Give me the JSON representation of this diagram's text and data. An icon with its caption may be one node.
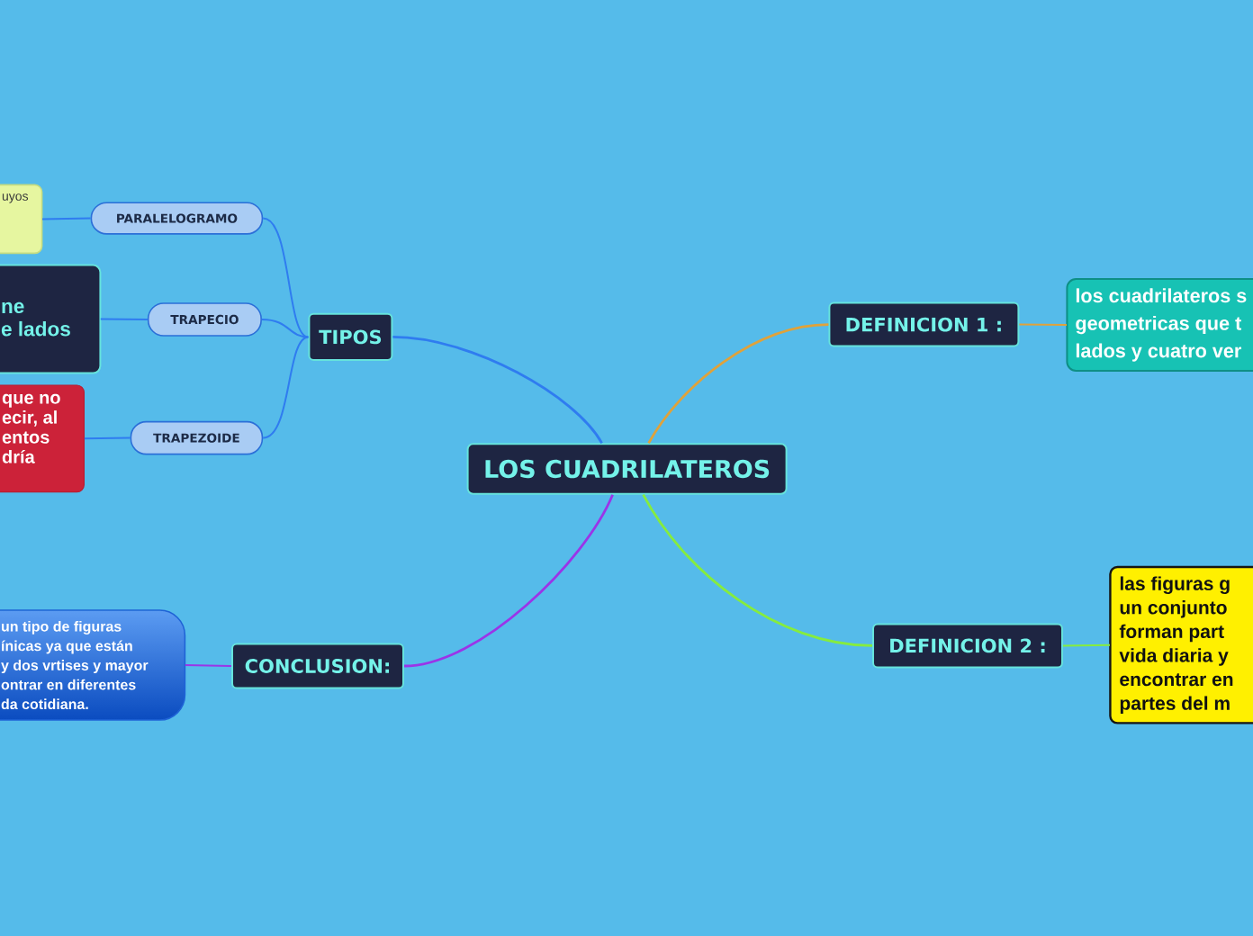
{
  "diagram": {
    "nodes": [
      {
        "text": [
          "LOS CUADRILATEROS"
        ]
      },
      {
        "text": [
          "TIPOS"
        ]
      },
      {
        "text": [
          "PARALELOGRAMO"
        ]
      },
      {
        "text": [
          "TRAPECIO"
        ]
      },
      {
        "text": [
          "TRAPEZOIDE"
        ]
      },
      {
        "text": [
          "uyos"
        ]
      },
      {
        "text": [
          "ne e lados"
        ]
      },
      {
        "text": [
          "que no ecir, al entos dría"
        ]
      },
      {
        "text": [
          "CONCLUSION:"
        ]
      },
      {
        "text": [
          "un tipo de figuras ínicas ya que están y dos vrtises y mayor ontrar en diferentes da cotidiana."
        ]
      },
      {
        "text": [
          "DEFINICION 1 :"
        ]
      },
      {
        "text": [
          "los cuadrilateros s geometricas que t lados y cuatro ver"
        ]
      },
      {
        "text": [
          "DEFINICION 2 :"
        ]
      },
      {
        "text": [
          "las figuras g un conjunto forman part vida diaria y encontrar en partes del m"
        ]
      }
    ],
    "edges": [
      {
        "from": 0,
        "to": 1,
        "arrow": "none"
      },
      {
        "from": 1,
        "to": 2,
        "arrow": "none"
      },
      {
        "from": 1,
        "to": 3,
        "arrow": "none"
      },
      {
        "from": 1,
        "to": 4,
        "arrow": "none"
      },
      {
        "from": 2,
        "to": 5,
        "arrow": "none"
      },
      {
        "from": 3,
        "to": 6,
        "arrow": "none"
      },
      {
        "from": 4,
        "to": 7,
        "arrow": "none"
      },
      {
        "from": 0,
        "to": 8,
        "arrow": "none",
        "color": "#9b34e8"
      },
      {
        "from": 8,
        "to": 9,
        "arrow": "none",
        "color": "#9b34e8"
      },
      {
        "from": 0,
        "to": 10,
        "arrow": "none",
        "color": "#e0a23a"
      },
      {
        "from": 10,
        "to": 11,
        "arrow": "none",
        "color": "#e0a23a"
      },
      {
        "from": 0,
        "to": 12,
        "arrow": "none",
        "color": "#86ec3e"
      },
      {
        "from": 12,
        "to": 13,
        "arrow": "none",
        "color": "#86ec3e"
      }
    ]
  }
}
